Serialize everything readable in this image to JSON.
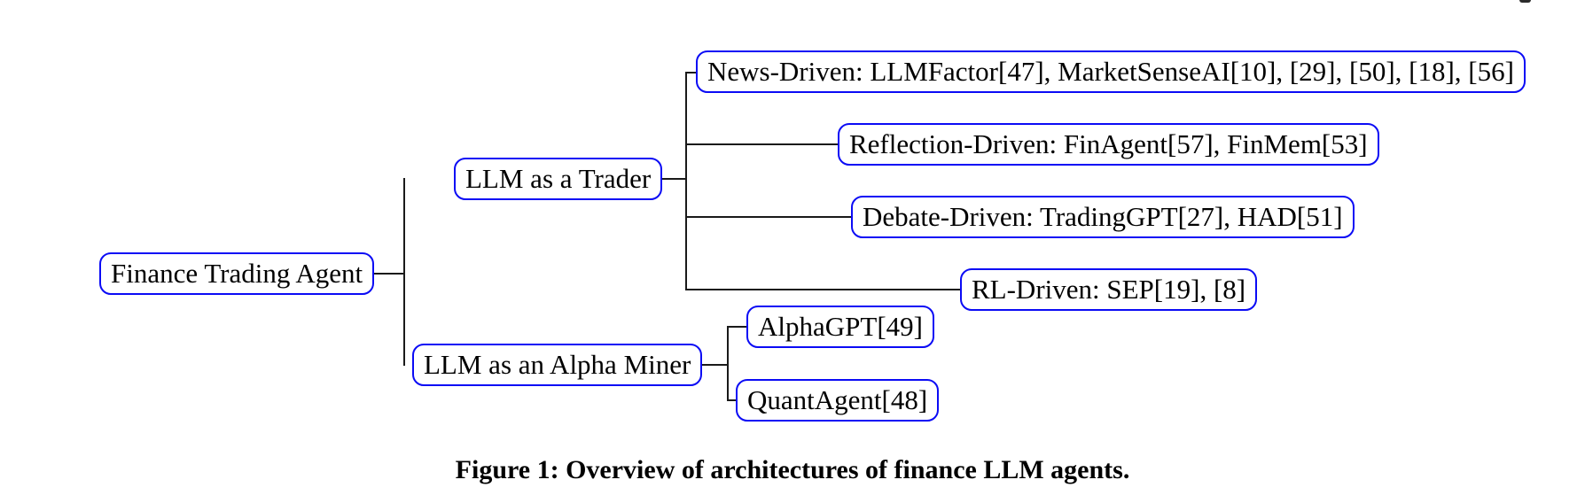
{
  "colors": {
    "node_border": "#0b0bf5",
    "connector": "#1a1a1a",
    "text": "#000000",
    "background": "#ffffff"
  },
  "tree": {
    "root": {
      "label": "Finance Trading Agent"
    },
    "branches": [
      {
        "label": "LLM as a Trader",
        "children": [
          {
            "label": "News-Driven: LLMFactor[47], MarketSenseAI[10], [29], [50], [18], [56]"
          },
          {
            "label": "Reflection-Driven: FinAgent[57], FinMem[53]"
          },
          {
            "label": "Debate-Driven: TradingGPT[27], HAD[51]"
          },
          {
            "label": "RL-Driven: SEP[19], [8]"
          }
        ]
      },
      {
        "label": "LLM as an Alpha Miner",
        "children": [
          {
            "label": "AlphaGPT[49]"
          },
          {
            "label": "QuantAgent[48]"
          }
        ]
      }
    ]
  },
  "caption": "Figure 1: Overview of architectures of finance LLM agents."
}
